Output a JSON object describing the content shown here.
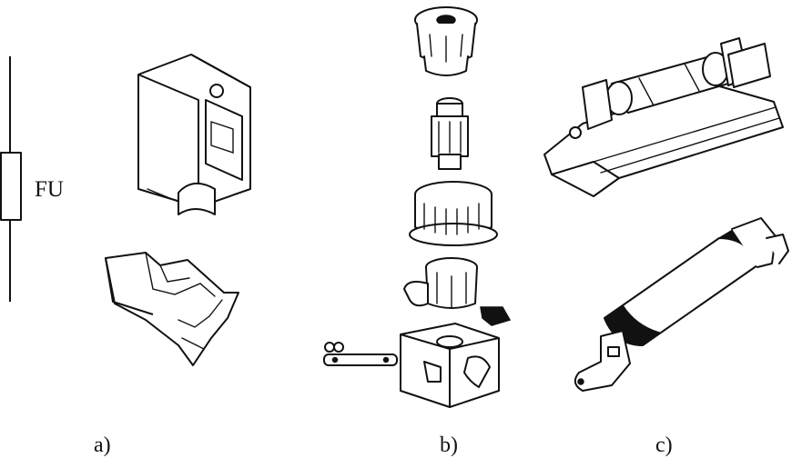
{
  "symbol": {
    "label": "FU"
  },
  "captions": {
    "a": "a)",
    "b": "b)",
    "c": "c)"
  }
}
